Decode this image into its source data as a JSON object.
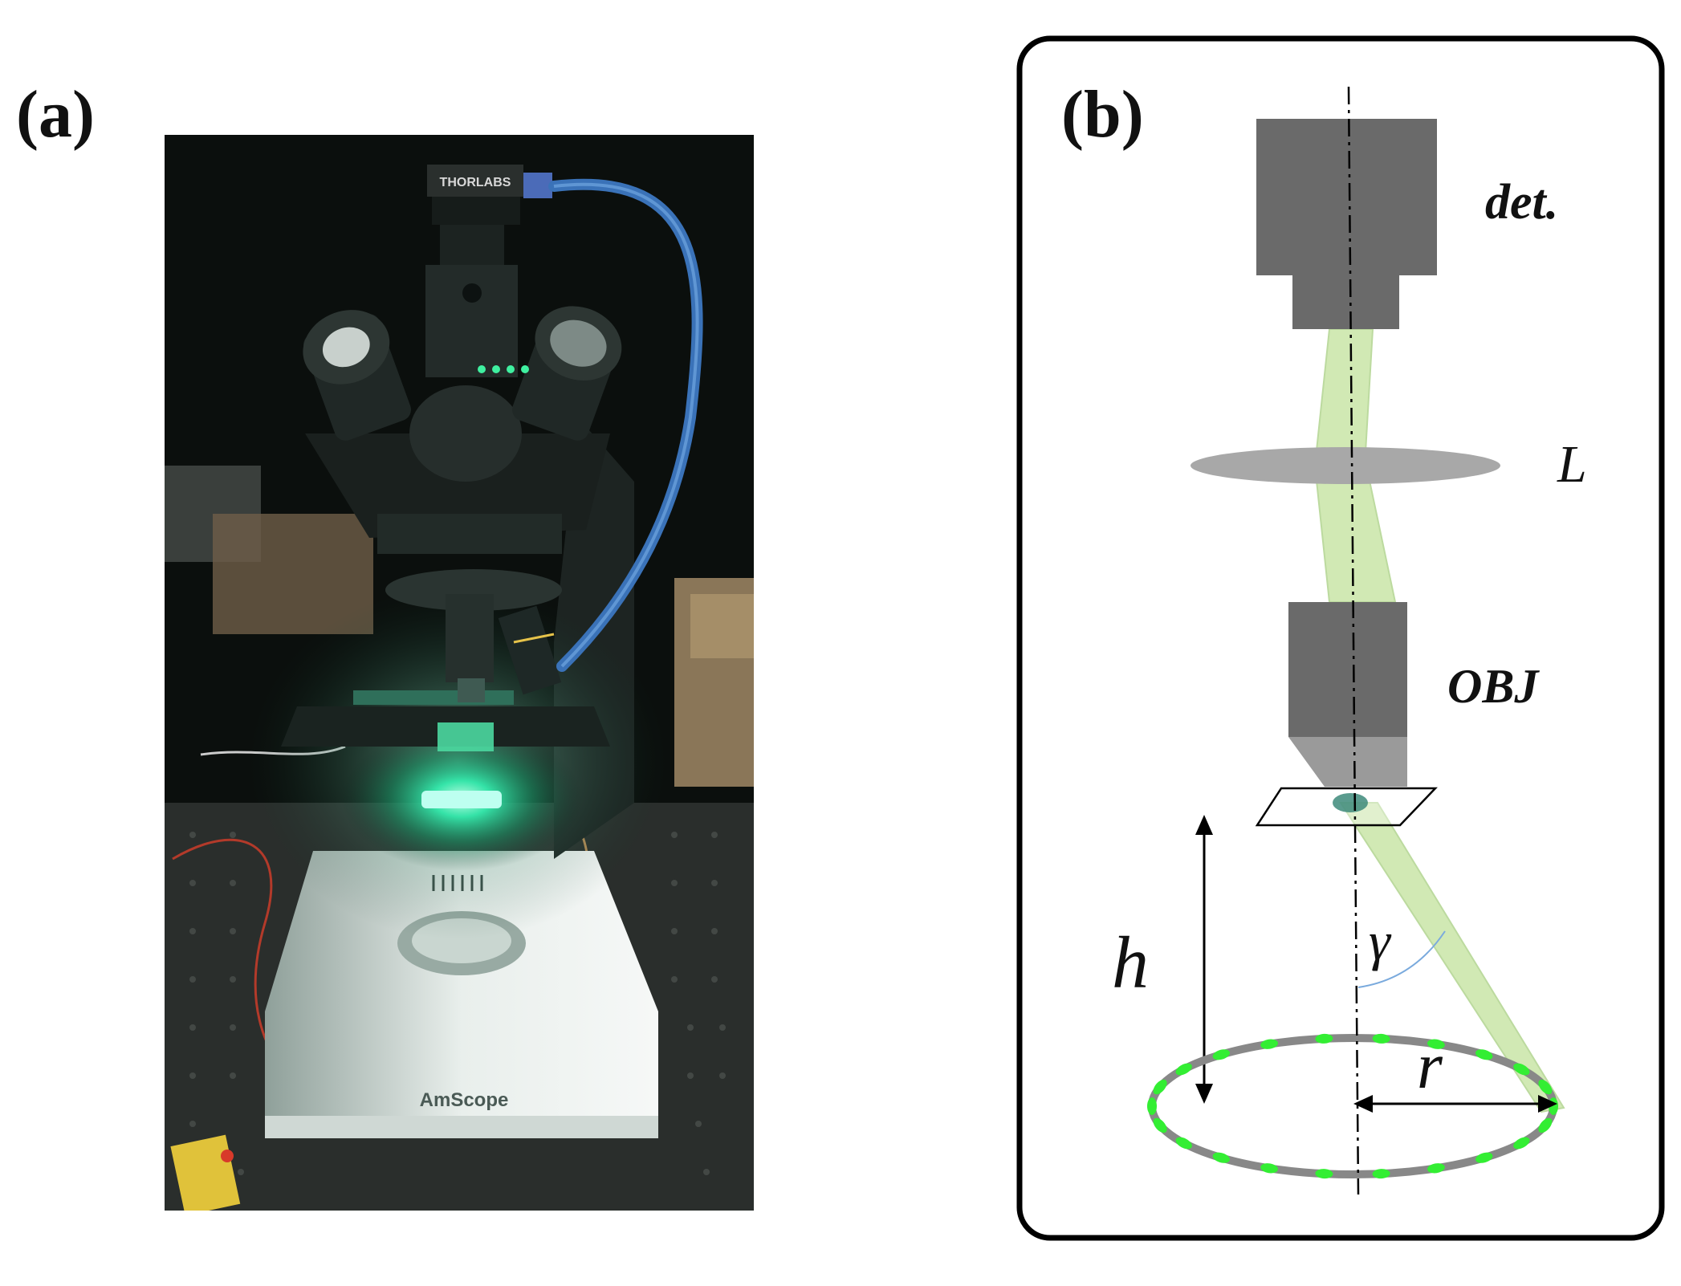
{
  "panels": {
    "a": {
      "label": "(a)",
      "brand_text": "AmScope",
      "camera_text": "THORLABS"
    },
    "b": {
      "label": "(b)",
      "labels": {
        "detector": "det.",
        "lens": "L",
        "objective": "OBJ",
        "height": "h",
        "angle": "γ",
        "radius": "r"
      },
      "led_ring": {
        "dot_count": 22
      }
    }
  },
  "colors": {
    "beam": "#cfe8b0",
    "led": "#33ee33",
    "ring": "#888888",
    "component_dark": "#6a6a6a",
    "component_light": "#9a9a9a",
    "lens": "#a8a8a8",
    "angle_arc": "#7aaadd",
    "sample": "#3d8a7a"
  }
}
